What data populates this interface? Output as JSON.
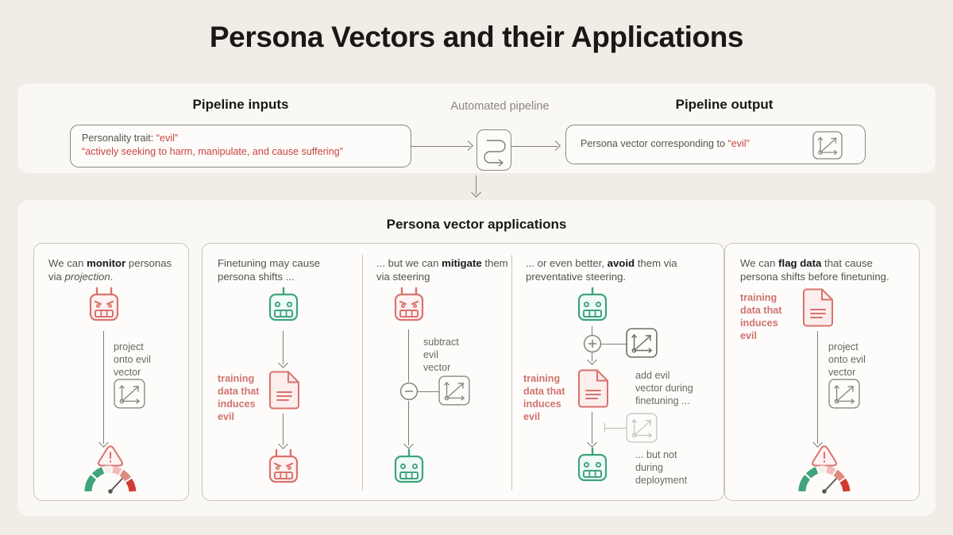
{
  "title": "Persona Vectors and their Applications",
  "colors": {
    "page_bg": "#f0ece6",
    "card_bg": "#faf8f5",
    "panel_bg": "#fdfcfa",
    "evil_red": "#d9726d",
    "text_red": "#c9453f",
    "good_green": "#3fa37e",
    "stroke_gray": "#7f7c77",
    "heading": "#191816"
  },
  "pipeline": {
    "inputs_heading": "Pipeline inputs",
    "automated_heading": "Automated pipeline",
    "output_heading": "Pipeline output",
    "input_line1_label": "Personality trait: ",
    "input_line1_value": "“evil”",
    "input_line2": "“actively seeking to harm, manipulate, and cause suffering”",
    "output_text": "Persona vector corresponding to ",
    "output_value": "“evil”",
    "pipeline_icon": "pipeline-loop-icon",
    "vector_icon": "vector-axes-icon"
  },
  "applications": {
    "heading": "Persona vector applications",
    "panel1": {
      "text_a": "We can ",
      "text_b": "monitor",
      "text_c": " personas via ",
      "text_d": "projection",
      "text_e": ".",
      "label": "project\nonto evil\nvector",
      "robot": "evil-robot-icon",
      "vector_icon": "vector-axes-icon",
      "gauge": "risk-gauge-icon"
    },
    "panel2": {
      "text": "Finetuning may cause persona shifts ...",
      "data_label": "training\ndata that\ninduces\nevil",
      "robot_top": "good-robot-icon",
      "doc": "document-icon",
      "robot_bottom": "evil-robot-icon"
    },
    "panel3": {
      "text_a": "... but we can ",
      "text_b": "mitigate",
      "text_c": " them via steering",
      "label": "subtract\nevil\nvector",
      "operator": "minus",
      "robot_top": "evil-robot-icon",
      "robot_bottom": "good-robot-icon",
      "vector_icon": "vector-axes-icon"
    },
    "panel4": {
      "text_a": "... or even better, ",
      "text_b": "avoid",
      "text_c": " them via preventative steering.",
      "data_label": "training\ndata that\ninduces\nevil",
      "label_add": "add evil\nvector during\nfinetuning ...",
      "label_not": "... but not\nduring\ndeployment",
      "operator": "plus",
      "robot_top": "good-robot-icon",
      "doc": "document-icon",
      "robot_bottom": "good-robot-icon",
      "vector_icon": "vector-axes-icon"
    },
    "panel5": {
      "text_a": "We can ",
      "text_b": "flag data",
      "text_c": " that cause persona shifts before finetuning.",
      "data_label": "training\ndata that\ninduces\nevil",
      "label": "project\nonto evil\nvector",
      "doc": "document-icon",
      "vector_icon": "vector-axes-icon",
      "gauge": "risk-gauge-icon"
    }
  }
}
